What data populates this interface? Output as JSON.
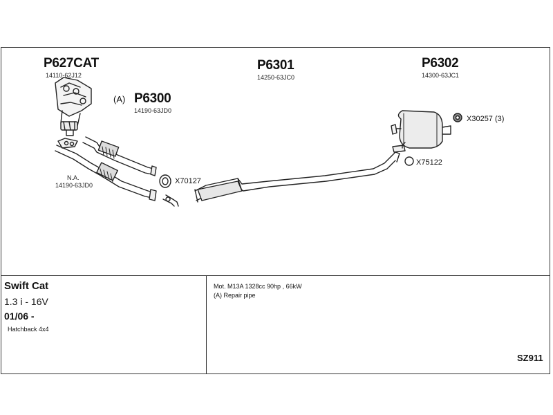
{
  "parts": {
    "p627cat": {
      "code": "P627CAT",
      "oem": "14110-62J12"
    },
    "p6300": {
      "prefix": "(A)",
      "code": "P6300",
      "oem": "14190-63JD0"
    },
    "p6301": {
      "code": "P6301",
      "oem": "14250-63JC0"
    },
    "p6302": {
      "code": "P6302",
      "oem": "14300-63JC1"
    }
  },
  "na_label": {
    "line1": "N.A.",
    "line2": "14190-63JD0"
  },
  "fittings": {
    "x70127": "X70127",
    "x75122": "X75122",
    "x30257": "X30257 (3)"
  },
  "vehicle": {
    "model": "Swift Cat",
    "engine": "1.3 i - 16V",
    "date": "01/06 -",
    "body": "Hatchback 4x4"
  },
  "notes": {
    "line1": "Mot. M13A 1328cc 90hp , 66kW",
    "line2": "(A) Repair pipe"
  },
  "diagram_code": "SZ911"
}
